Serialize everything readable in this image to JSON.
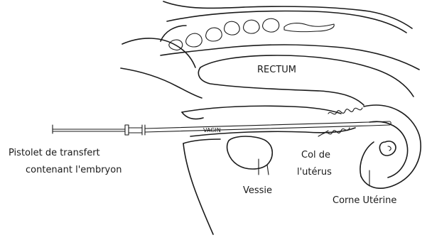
{
  "labels": {
    "rectum": "RECTUM",
    "vagin": "VAGIN",
    "pistolet_line1": "Pistolet de transfert",
    "pistolet_line2": "contenant l'embryon",
    "vessie": "Vessie",
    "col_line1": "Col de",
    "col_line2": "l'utérus",
    "corne": "Corne Utérine"
  }
}
